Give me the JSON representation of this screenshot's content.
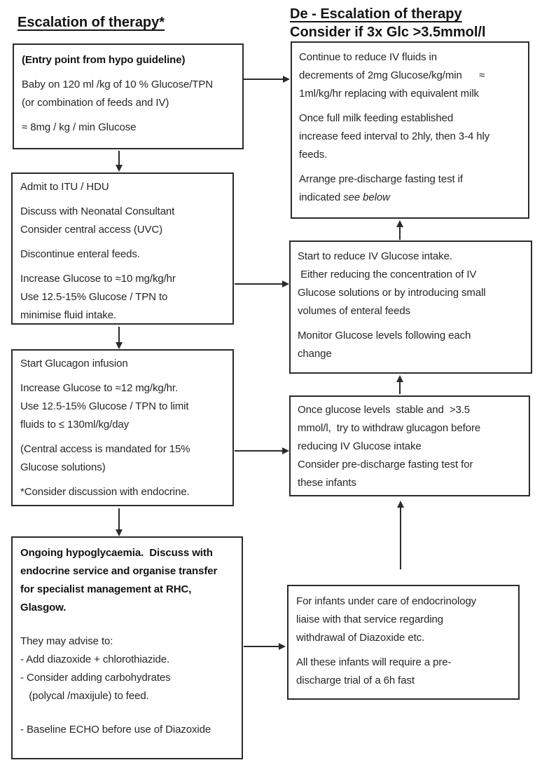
{
  "colors": {
    "ink": "#262626",
    "border": "#2b2b2b",
    "background": "#ffffff"
  },
  "left": {
    "heading": "Escalation of therapy*",
    "box1": {
      "p1": [
        "(Entry point from hypo guideline)"
      ],
      "p2": [
        "Baby on 120 ml /kg of 10 % Glucose/TPN",
        "(or combination of feeds and IV)"
      ],
      "p3": [
        "≈ 8mg / kg / min Glucose"
      ]
    },
    "box2": {
      "p1": [
        "Admit to ITU / HDU"
      ],
      "p2": [
        "Discuss with Neonatal Consultant",
        "Consider central access (UVC)"
      ],
      "p3": [
        "Discontinue enteral feeds."
      ],
      "p4": [
        "Increase Glucose to ≈10 mg/kg/hr",
        "Use 12.5-15% Glucose / TPN to",
        "minimise fluid intake."
      ]
    },
    "box3": {
      "p1": [
        "Start Glucagon infusion"
      ],
      "p2": [
        "Increase Glucose to ≈12 mg/kg/hr.",
        "Use 12.5-15% Glucose / TPN to limit",
        "fluids to ≤ 130ml/kg/day"
      ],
      "p3": [
        "(Central access is mandated for 15%",
        "Glucose solutions)"
      ],
      "p4": [
        "*Consider discussion with endocrine."
      ]
    },
    "box4": {
      "p1": [
        "Ongoing hypoglycaemia.  Discuss with",
        "endocrine service and organise transfer",
        "for specialist management at RHC,",
        "Glasgow."
      ],
      "p2": [
        "They may advise to:",
        "- Add diazoxide + chlorothiazide.",
        "- Consider adding carbohydrates",
        "   (polycal /maxijule) to feed."
      ],
      "p3": [
        "- Baseline ECHO before use of Diazoxide"
      ]
    }
  },
  "right": {
    "heading_line1": "De - Escalation of therapy",
    "heading_line2": "Consider if 3x Glc >3.5mmol/l",
    "box1": {
      "p1": [
        "Continue to reduce IV fluids in",
        "decrements of 2mg Glucose/kg/min      ≈",
        "1ml/kg/hr replacing with equivalent milk"
      ],
      "p2": [
        "Once full milk feeding established",
        "increase feed interval to 2hly, then 3-4 hly",
        "feeds."
      ],
      "p3_line1": "Arrange pre-discharge fasting test if",
      "p3_line2_text": "indicated ",
      "p3_line2_italic": "see below"
    },
    "box2": {
      "p1": [
        "Start to reduce IV Glucose intake.",
        " Either reducing the concentration of IV",
        "Glucose solutions or by introducing small",
        "volumes of enteral feeds"
      ],
      "p2": [
        "Monitor Glucose levels following each",
        "change"
      ]
    },
    "box3": {
      "p1": [
        "Once glucose levels  stable and  >3.5",
        "mmol/l,  try to withdraw glucagon before",
        "reducing IV Glucose intake",
        "Consider pre-discharge fasting test for",
        "these infants"
      ]
    },
    "box4": {
      "p1": [
        "For infants under care of endocrinology",
        "liaise with that service regarding",
        "withdrawal of Diazoxide etc."
      ],
      "p2": [
        "All these infants will require a pre-",
        "discharge trial of a 6h fast"
      ]
    }
  }
}
